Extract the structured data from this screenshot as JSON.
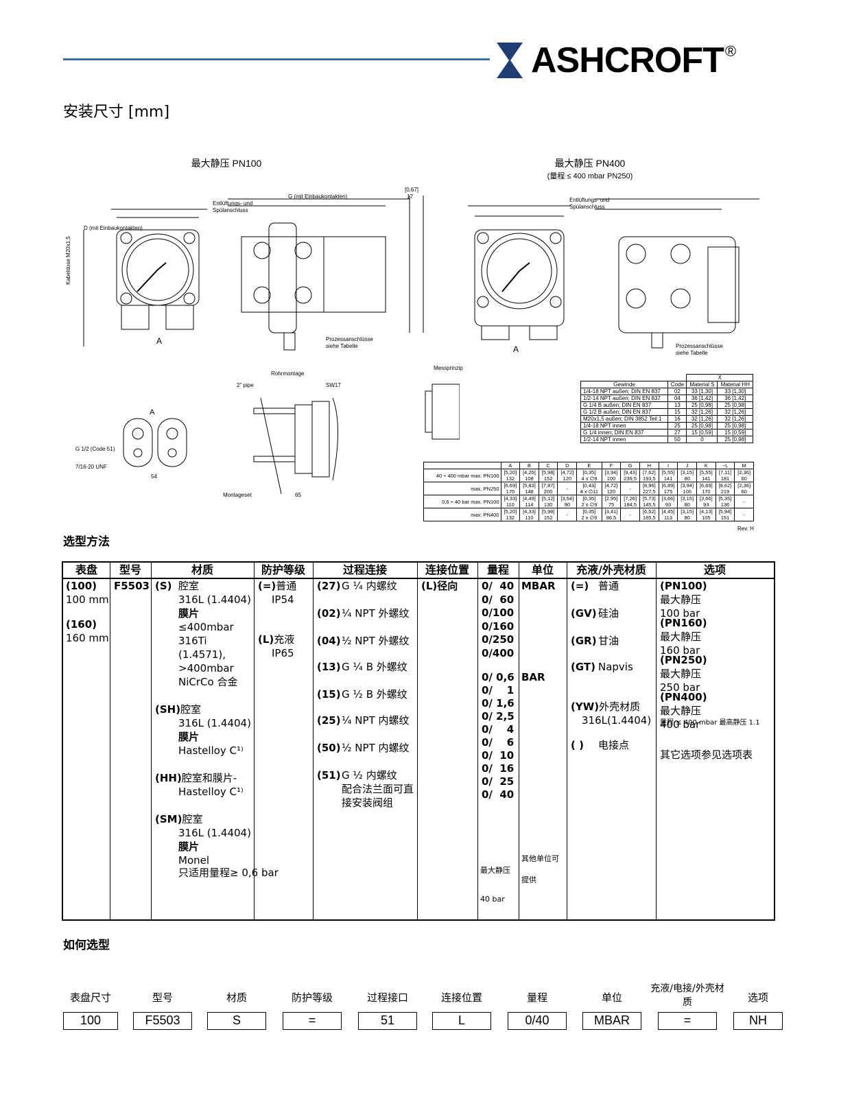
{
  "header": {
    "brand": "ASHCROFT",
    "registered": "®"
  },
  "titles": {
    "install_dims": "安装尺寸 [mm]",
    "selection": "选型方法",
    "how_to": "如何选型"
  },
  "drawings": {
    "left_caption": "最大静压 PN100",
    "right_caption": "最大静压 PN400",
    "right_sub": "(量程 ≤ 400 mbar PN250)",
    "labels": {
      "einbau": "G (mit Einbaukontakten)",
      "d_einbau": "D  (mit Einbaukontakten)",
      "entl": "Entlüftungs- und",
      "spul": "Spülanschluss",
      "prozess": "Prozessanschlüsse",
      "siehe": "siehe Tabelle",
      "rohrmontage": "Rohrmontage",
      "pipe": "2\" pipe",
      "sw": "SW17",
      "montageset": "Montageset",
      "messprinzip": "Messprinzip",
      "g12": "G 1/2 (Code 51)",
      "unf": "7/16-20 UNF",
      "kabeldose": "Kabeldose M20x1,5",
      "a": "A",
      "dim_54": "54",
      "dim_65": "65",
      "dim_17": "17",
      "dim_067": "[0,67]"
    }
  },
  "thread_table": {
    "header": [
      "Gewinde",
      "Code",
      "Material S",
      "Material HH"
    ],
    "x_label": "X",
    "rows": [
      [
        "1/4-18 NPT außen; DIN EN 837",
        "02",
        "33 [1,30]",
        "33 [1,30]"
      ],
      [
        "1/2-14 NPT außen; DIN EN 837",
        "04",
        "36 [1,42]",
        "36 [1,42]"
      ],
      [
        "G 1/4 B außen; DIN EN 837",
        "13",
        "25 [0,98]",
        "25 [0,98]"
      ],
      [
        "G 1/2 B außen; DIN EN 837",
        "15",
        "32 [1,26]",
        "32 [1,26]"
      ],
      [
        "M20x1,5 außen; DIN 3852 Teil 1",
        "16",
        "32 [1,26]",
        "32 [1,26]"
      ],
      [
        "1/4-18 NPT innen",
        "25",
        "25 [0,98]",
        "25 [0,98]"
      ],
      [
        "G 1/4 innen; DIN EN 837",
        "27",
        "15 [0,59]",
        "15 [0,59]"
      ],
      [
        "1/2-14 NPT innen",
        "50",
        "0",
        "25 [0,98]"
      ]
    ]
  },
  "dim_table": {
    "header": [
      "",
      "A",
      "B",
      "C",
      "D",
      "E",
      "F",
      "G",
      "H",
      "I",
      "J",
      "K",
      "~L",
      "M"
    ],
    "rows": [
      [
        "40 ÷ 400 mbar max. PN100",
        "[5,20]\n132",
        "[4,25]\n108",
        "[5,98]\n152",
        "[4,72]\n120",
        "[0,35]\n4 x ∅9",
        "[3,94]\n100",
        "[9,43]\n239,5",
        "[7,62]\n193,5",
        "[5,55]\n141",
        "[3,15]\n80",
        "[5,55]\n141",
        "[7,11]\n181",
        "[2,36]\n60"
      ],
      [
        "max. PN250",
        "[6,69]\n170",
        "[5,83]\n148",
        "[7,87]\n200",
        "-",
        "[0,43]\n4 x ∅11",
        "[4,72]\n120",
        "-",
        "[8,96]\n227,5",
        "[6,89]\n175",
        "[3,94]\n100",
        "[6,69]\n170",
        "[8,62]\n219",
        "[2,36]\n60"
      ],
      [
        "0,6 ÷ 40 bar max. PN100",
        "[4,33]\n110",
        "[4,49]\n114",
        "[5,12]\n130",
        "[3,54]\n90",
        "[0,35]\n2 x ∅9",
        "[2,95]\n75",
        "[7,26]\n184,5",
        "[5,73]\n145,5",
        "[3,66]\n93",
        "[3,15]\n80",
        "[3,66]\n93",
        "[5,35]\n136",
        "-"
      ],
      [
        "max. PN400",
        "[5,20]\n132",
        "[4,33]\n110",
        "[5,98]\n152",
        "-",
        "[0,35]\n2 x ∅9",
        "[3,41]\n86,5",
        "-",
        "[6,52]\n165,5",
        "[4,45]\n113",
        "[3,15]\n80",
        "[4,13]\n105",
        "[5,94]\n151",
        "-"
      ]
    ],
    "rev": "Rev. H"
  },
  "selection": {
    "headers": [
      "表盘",
      "型号",
      "材质",
      "防护等级",
      "过程连接",
      "连接位置",
      "量程",
      "单位",
      "充液/外壳材质",
      "选项"
    ],
    "dial": [
      "(100)",
      "100 mm",
      "(160)",
      "160 mm"
    ],
    "model": "F5503",
    "material": [
      {
        "code": "(S)",
        "t": "腔室"
      },
      {
        "t": "316L (1.4404)"
      },
      {
        "t": "膜片",
        "b": true
      },
      {
        "t": "≤400mbar"
      },
      {
        "t": "316Ti"
      },
      {
        "t": "(1.4571),"
      },
      {
        "t": ">400mbar"
      },
      {
        "t": "NiCrCo 合金"
      },
      {
        "code": "(SH)",
        "t": "腔室"
      },
      {
        "t": "316L (1.4404)"
      },
      {
        "t": "膜片",
        "b": true
      },
      {
        "t": "Hastelloy C¹⁾"
      },
      {
        "code": "(HH)",
        "t": "腔室和膜片-"
      },
      {
        "t": "Hastelloy C¹⁾"
      },
      {
        "code": "(SM)",
        "t": "腔室"
      },
      {
        "t": "316L (1.4404)"
      },
      {
        "t": "膜片",
        "b": true
      },
      {
        "t": "Monel"
      },
      {
        "t": "只适用量程≥ 0,6 bar"
      }
    ],
    "protection": [
      {
        "code": "(=)",
        "t": "普通"
      },
      {
        "t": "IP54"
      },
      {
        "code": "(L)",
        "t": "充液"
      },
      {
        "t": "IP65"
      }
    ],
    "process": [
      {
        "code": "(27)",
        "t": "G ¼ 内螺纹"
      },
      {
        "code": "(02)",
        "t": "¼ NPT 外螺纹"
      },
      {
        "code": "(04)",
        "t": "½ NPT 外螺纹"
      },
      {
        "code": "(13)",
        "t": "G ¼ B 外螺纹"
      },
      {
        "code": "(15)",
        "t": "G ½ B 外螺纹"
      },
      {
        "code": "(25)",
        "t": "¼ NPT 内螺纹"
      },
      {
        "code": "(50)",
        "t": "½ NPT 内螺纹"
      },
      {
        "code": "(51)",
        "t": "G ½ 内螺纹"
      },
      {
        "t": "配合法兰面可直"
      },
      {
        "t": "接安装阀组"
      }
    ],
    "position": "(L)径向",
    "ranges_mbar": [
      "0/  40",
      "0/  60",
      "0/100",
      "0/160",
      "0/250",
      "0/400"
    ],
    "ranges_bar": [
      "0/ 0,6",
      "0/    1",
      "0/ 1,6",
      "0/ 2,5",
      "0/    4",
      "0/    6",
      "0/  10",
      "0/  16",
      "0/  25",
      "0/  40"
    ],
    "range_note1": "最大静压",
    "range_note2": "40 bar",
    "units": [
      "MBAR",
      "BAR"
    ],
    "unit_note1": "其他单位可",
    "unit_note2": "提供",
    "fill": [
      {
        "code": "(=)",
        "t": "普通"
      },
      {
        "code": "(GV)",
        "t": "硅油"
      },
      {
        "code": "(GR)",
        "t": "甘油"
      },
      {
        "code": "(GT)",
        "t": "Napvis"
      },
      {
        "code": "(YW)",
        "t": "外壳材质"
      },
      {
        "t": "316L(1.4404)"
      },
      {
        "code": "( )",
        "t": "电接点"
      }
    ],
    "options": [
      {
        "code": "(PN100)",
        "t": "最大静压 100 bar"
      },
      {
        "code": "(PN160)",
        "t": "最大静压 160 bar"
      },
      {
        "code": "(PN250)",
        "t": "最大静压 250 bar"
      },
      {
        "code": "(PN400)",
        "t": "最大静压 400 bar"
      },
      {
        "t": "量程 ≤ 400 mbar 最高静压 1.1"
      },
      {
        "t": "其它选项参见选项表"
      }
    ]
  },
  "how_to": {
    "labels": [
      "表盘尺寸",
      "型号",
      "材质",
      "防护等级",
      "过程接口",
      "连接位置",
      "量程",
      "单位",
      "充液/电接/外壳材质",
      "选项"
    ],
    "values": [
      "100",
      "F5503",
      "S",
      "=",
      "51",
      "L",
      "0/40",
      "MBAR",
      "=",
      "NH"
    ]
  }
}
